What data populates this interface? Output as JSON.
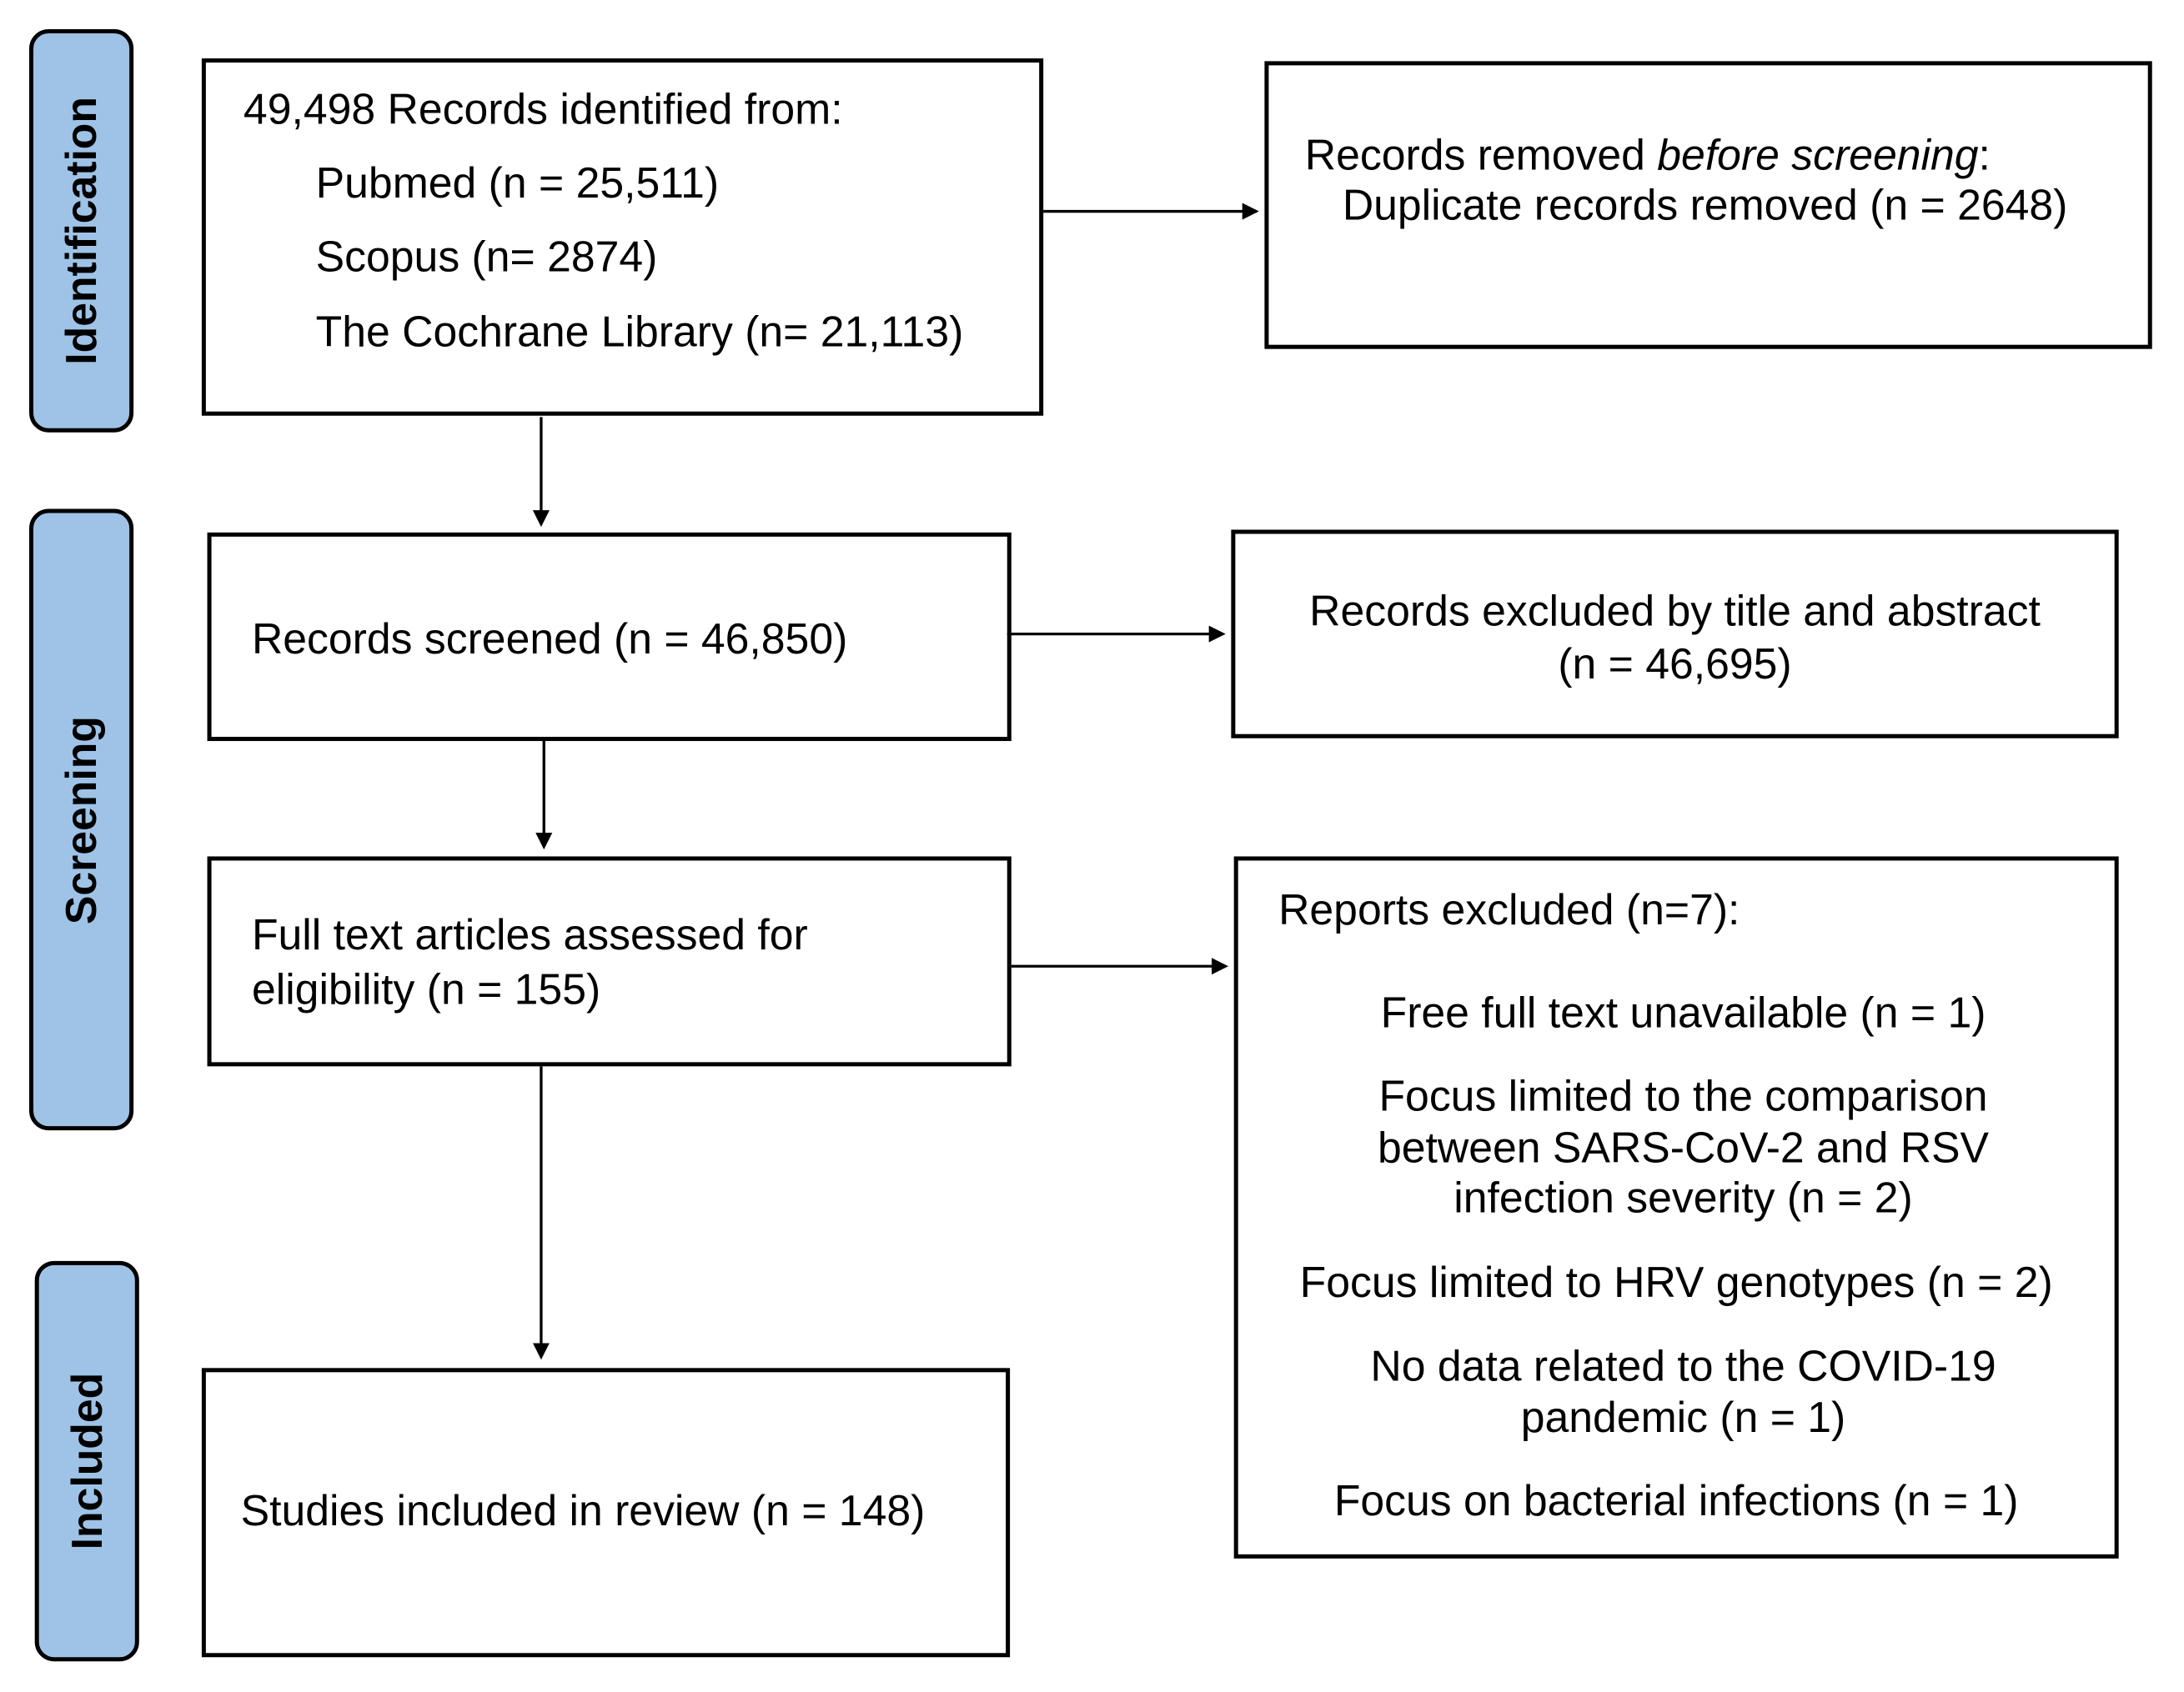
{
  "stages": {
    "identification": "Identification",
    "screening": "Screening",
    "included": "Included"
  },
  "identification_box": {
    "title": "49,498 Records identified from:",
    "sources": [
      "Pubmed (n = 25,511)",
      "Scopus (n= 2874)",
      "The Cochrane Library (n= 21,113)"
    ]
  },
  "removed_box": {
    "line1_prefix": "Records removed ",
    "line1_italic": "before screening",
    "line1_suffix": ":",
    "line2": "Duplicate records removed (n = 2648)"
  },
  "screened_box": {
    "text": "Records screened (n = 46,850)"
  },
  "excluded_title_box": {
    "line1": "Records excluded by title and abstract",
    "line2": "(n = 46,695)"
  },
  "fulltext_box": {
    "line1": "Full text articles assessed for",
    "line2": "eligibility (n = 155)"
  },
  "reports_excluded_box": {
    "title": "Reports excluded (n=7):",
    "reasons": [
      "Free full text unavailable (n = 1)",
      "Focus limited to the comparison between SARS-CoV-2 and RSV infection severity (n = 2)",
      "Focus limited to HRV genotypes (n = 2)",
      "No data related to the COVID-19 pandemic (n = 1)",
      "Focus on bacterial infections (n = 1)"
    ]
  },
  "included_box": {
    "text": "Studies included in review (n = 148)"
  },
  "colors": {
    "stage_tab": "#9ec3e6",
    "line": "#000000"
  }
}
